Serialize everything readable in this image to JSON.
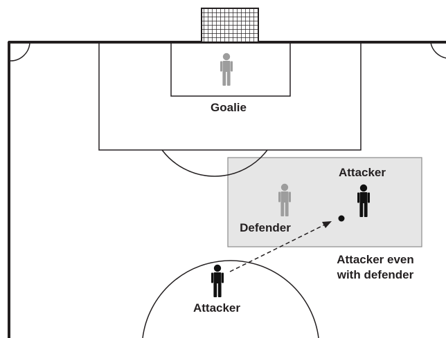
{
  "labels": {
    "goalie": "Goalie",
    "defender": "Defender",
    "attacker_right": "Attacker",
    "attacker_bottom": "Attacker",
    "note_line1": "Attacker even",
    "note_line2": "with defender"
  },
  "colors": {
    "line": "#231f20",
    "highlight_fill": "#e6e6e6",
    "highlight_stroke": "#8a8a8a",
    "player_attacker": "#111111",
    "player_neutral": "#9d9d9d"
  },
  "icons": {
    "player": "person-icon",
    "ball": "ball-icon",
    "goal_net": "goal-net-icon"
  }
}
